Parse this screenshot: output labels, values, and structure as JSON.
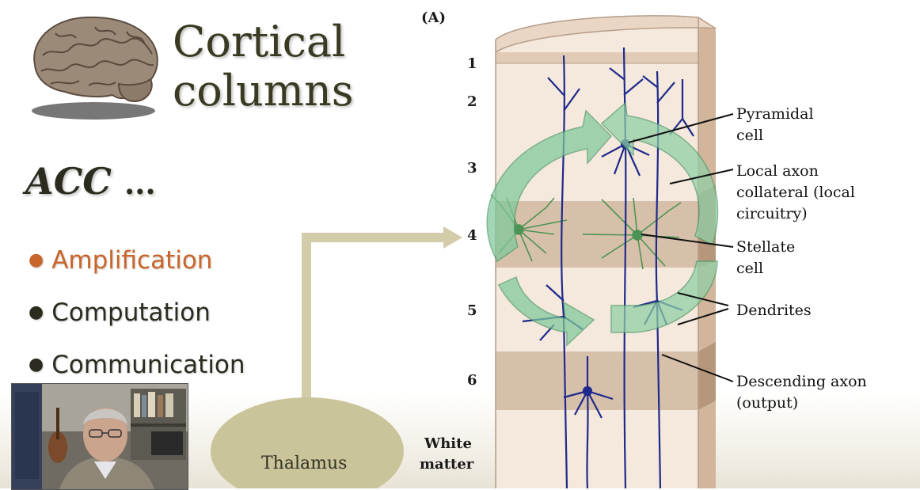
{
  "slide": {
    "title_line1": "Cortical",
    "title_line2": "columns",
    "acc_label": "ACC",
    "acc_ellipsis": "...",
    "bullets": [
      {
        "label": "Amplification",
        "active": true
      },
      {
        "label": "Computation",
        "active": false
      },
      {
        "label": "Communication",
        "active": false
      }
    ]
  },
  "figure": {
    "panel_label": "(A)",
    "layers": [
      "1",
      "2",
      "3",
      "4",
      "5",
      "6"
    ],
    "white_matter_line1": "White",
    "white_matter_line2": "matter",
    "thalamus": "Thalamus",
    "annotations": {
      "pyramidal_1": "Pyramidal",
      "pyramidal_2": "cell",
      "local_axon_1": "Local axon",
      "local_axon_2": "collateral (local",
      "local_axon_3": "circuitry)",
      "stellate_1": "Stellate",
      "stellate_2": "cell",
      "dendrites": "Dendrites",
      "descending_1": "Descending axon",
      "descending_2": "(output)"
    }
  },
  "colors": {
    "highlight_bullet": "#c8652a",
    "neuron_pyramidal": "#1e2a8c",
    "neuron_stellate": "#3f8f4a",
    "arrow_fill": "#7fc99a",
    "thalamus_fill": "#c9c49a",
    "layer4_band": "#c8ad94"
  },
  "icons": {
    "brain": "brain-icon",
    "webcam": "presenter-webcam"
  }
}
